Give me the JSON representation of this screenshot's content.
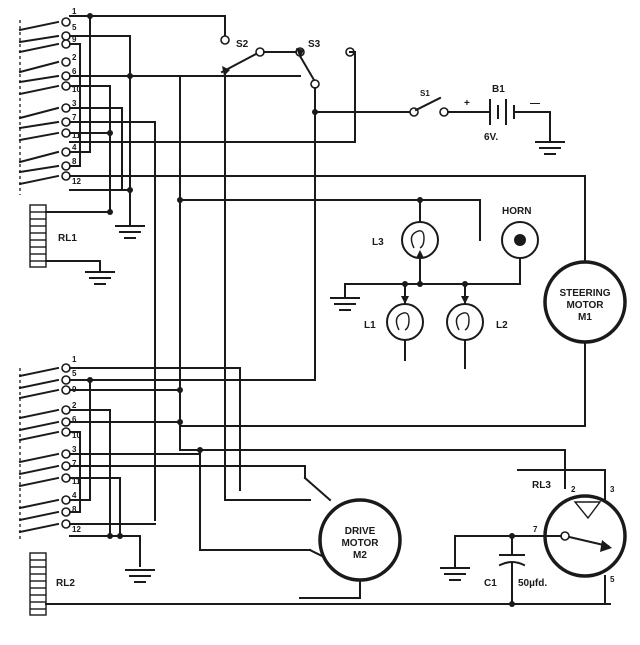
{
  "switches": {
    "s1": "S1",
    "s2": "S2",
    "s3": "S3"
  },
  "battery": {
    "name": "B1",
    "voltage": "6V.",
    "plus": "+",
    "minus": "—"
  },
  "relays": {
    "rl1": "RL1",
    "rl2": "RL2",
    "rl3": "RL3"
  },
  "relay_pins": [
    "1",
    "5",
    "9",
    "2",
    "6",
    "10",
    "3",
    "7",
    "11",
    "4",
    "8",
    "12"
  ],
  "rl3_pins": {
    "p2": "2",
    "p3": "3",
    "p7": "7",
    "p5": "5"
  },
  "lamps": {
    "l1": "L1",
    "l2": "L2",
    "l3": "L3"
  },
  "horn": "HORN",
  "steering_motor": {
    "line1": "STEERING",
    "line2": "MOTOR",
    "line3": "M1"
  },
  "drive_motor": {
    "line1": "DRIVE",
    "line2": "MOTOR",
    "line3": "M2"
  },
  "capacitor": {
    "name": "C1",
    "value": "50µfd."
  }
}
